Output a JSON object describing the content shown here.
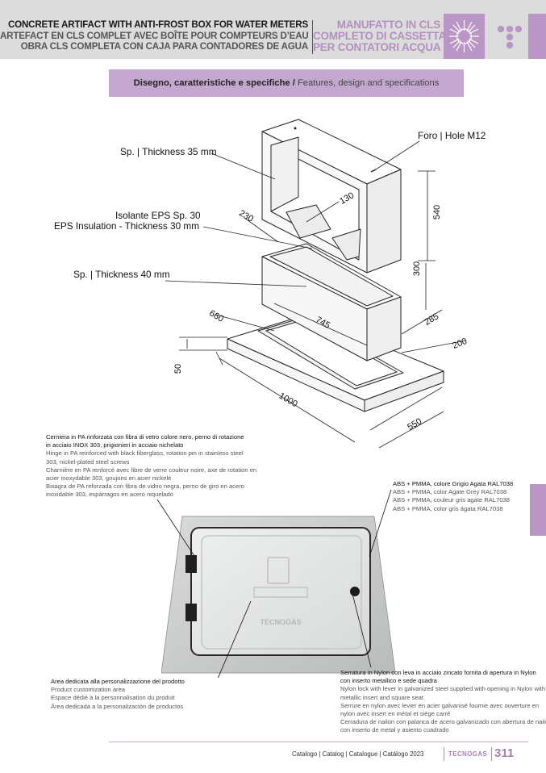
{
  "header": {
    "title_en": "CONCRETE ARTIFACT WITH ANTI-FROST BOX FOR WATER METERS",
    "title_fr": "ARTEFACT EN CLS COMPLET AVEC BOÎTE POUR COMPTEURS D’EAU",
    "title_es": "OBRA CLS COMPLETA CON CAJA PARA CONTADORES DE AGUA",
    "title_it_1": "MANUFATTO IN CLS",
    "title_it_2": "COMPLETO DI CASSETTA",
    "title_it_3": "PER CONTATORI ACQUA",
    "accent_color": "#b996c6"
  },
  "banner": {
    "bold": "Disegno, caratteristiche e specifiche /",
    "normal": " Features, design and specifications"
  },
  "drawing": {
    "label_thickness_35": "Sp. | Thickness 35 mm",
    "label_insulation_it": "Isolante EPS Sp. 30",
    "label_insulation_en": "EPS Insulation - Thickness 30 mm",
    "label_thickness_40": "Sp. | Thickness 40 mm",
    "label_hole": "Foro | Hole M12",
    "dim_130": "130",
    "dim_230": "230",
    "dim_540": "540",
    "dim_300": "300",
    "dim_285": "285",
    "dim_200": "200",
    "dim_660": "660",
    "dim_745": "745",
    "dim_50": "50",
    "dim_1000": "1000",
    "dim_550": "550"
  },
  "notes": {
    "hinge": [
      "Cerniera in PA rinforzata con fibra di vetro colore nero, perno di rotazione",
      "in acciaio INOX 303, prigionieri in acciaio nichelato",
      "Hinge in PA reinforced with black fiberglass, rotation pin in stainless steel",
      "303, nickel-plated steel screws",
      "Charnière en PA renforcé avec fibre de verre couleur noire, axe de rotation en",
      "acier inoxydable 303, goujons en acier nickelé",
      "Bisagra de PA reforzada con fibra de vidrio negra, perno de giro en acero",
      "inoxidable 303, espárragos en acero niquelado"
    ],
    "material": [
      "ABS + PMMA, colore Grigio Agata RAL7038",
      "ABS + PMMA, color Agate Grey RAL7038",
      "ABS + PMMA, couleur gris agate RAL7038",
      "ABS + PMMA, color gris ágata RAL7038"
    ],
    "custom": [
      "Area dedicata alla personalizzazione del prodotto",
      "Product customization area",
      "Espace dédié à la personnalisation du produit",
      "Área dedicada a la personalización de productos"
    ],
    "lock": [
      "Serratura in Nylon con leva in acciaio zincato fornita di apertura in Nylon",
      "con inserto metallico e sede quadra",
      "Nylon lock with lever in galvanized steel supplied with opening in Nylon with",
      "metallic insert and square seat",
      "Serrure en nylon avec levier en acier galvanisé fournie avec ouverture en",
      "nylon avec insert en métal et siège carré",
      "Cerradura de nailon con palanca de acero galvanizado con abertura de nailon",
      "con inserto de metal y asiento cuadrado"
    ]
  },
  "photo": {
    "door_text": "TECNOGAS"
  },
  "footer": {
    "catalog": "Catalogo | Catalog | Catalogue | Catálogo 2023",
    "brand": "TECNOGAS",
    "page": "311"
  }
}
